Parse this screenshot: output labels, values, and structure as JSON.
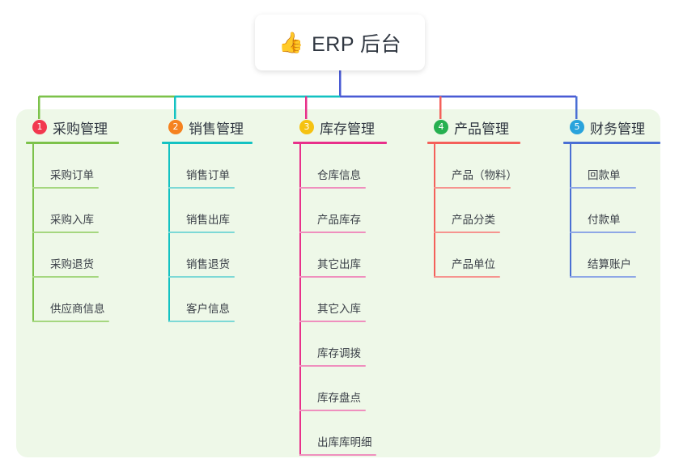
{
  "diagram": {
    "title": "ERP 后台",
    "root": {
      "icon": "thumbs-up-icon",
      "emoji": "👍",
      "label": "ERP 后台"
    },
    "panel_color": "#eef8e8",
    "branches": [
      {
        "number": "1",
        "label": "采购管理",
        "badge_color": "#f2384f",
        "line_color": "#7cc24a",
        "item_line_color": "#a5d77f",
        "connector_color": "#7cc24a",
        "items": [
          "采购订单",
          "采购入库",
          "采购退货",
          "供应商信息"
        ]
      },
      {
        "number": "2",
        "label": "销售管理",
        "badge_color": "#f5821f",
        "line_color": "#13c2c2",
        "item_line_color": "#7dd9d6",
        "connector_color": "#13c2c2",
        "items": [
          "销售订单",
          "销售出库",
          "销售退货",
          "客户信息"
        ]
      },
      {
        "number": "3",
        "label": "库存管理",
        "badge_color": "#f5c211",
        "line_color": "#e8308a",
        "item_line_color": "#ef8fbe",
        "connector_color": "#e8308a",
        "items": [
          "仓库信息",
          "产品库存",
          "其它出库",
          "其它入库",
          "库存调拨",
          "库存盘点",
          "出库库明细"
        ]
      },
      {
        "number": "4",
        "label": "产品管理",
        "badge_color": "#26b050",
        "line_color": "#f4605a",
        "item_line_color": "#f6948f",
        "connector_color": "#f4605a",
        "items": [
          "产品（物料）",
          "产品分类",
          "产品单位"
        ]
      },
      {
        "number": "5",
        "label": "财务管理",
        "badge_color": "#29a3dc",
        "line_color": "#4a6fd4",
        "item_line_color": "#8ea7e6",
        "connector_color": "#4a6fd4",
        "items": [
          "回款单",
          "付款单",
          "结算账户"
        ]
      }
    ],
    "trunk_colors": {
      "root_stem": "#4a5bd4",
      "bus_left": "#7cc24a",
      "bus_mid": "#13c2c2",
      "bus_right": "#4a5bd4"
    }
  }
}
